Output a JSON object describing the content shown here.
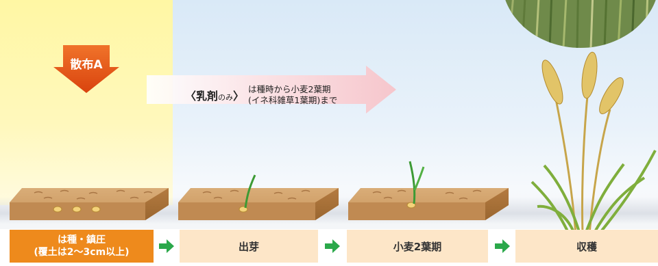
{
  "spray": {
    "label": "散布A"
  },
  "period": {
    "badge_main": "乳剤",
    "badge_sub": "のみ",
    "lines": [
      "は種時から小麦2葉期",
      "(イネ科雑草1葉期)まで"
    ]
  },
  "stages": [
    {
      "lines": [
        "は種・鎮圧",
        "(覆土は2〜3cm以上)"
      ]
    },
    {
      "lines": [
        "出芽"
      ]
    },
    {
      "lines": [
        "小麦2葉期"
      ]
    },
    {
      "lines": [
        "収穫"
      ]
    }
  ],
  "colors": {
    "spray_arrow": "#e6571a",
    "stage_first": "#ee8a1c",
    "stage_box": "#fde6c8",
    "stage_arrow": "#2aa84a",
    "soil": "#c99a63"
  }
}
